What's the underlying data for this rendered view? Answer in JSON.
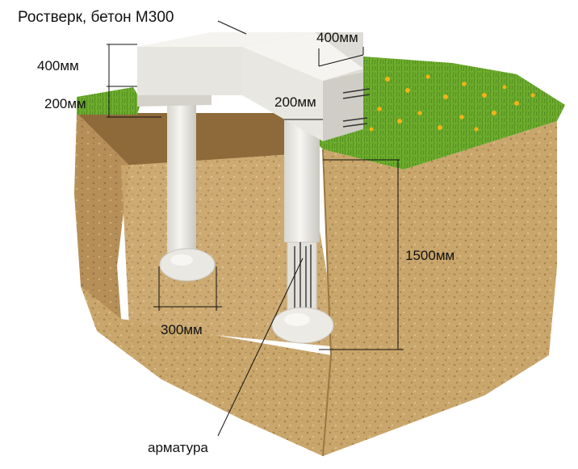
{
  "labels": {
    "title": "Ростверк, бетон М300",
    "grillage_height": "400мм",
    "grillage_depth_left": "200мм",
    "grillage_width": "400мм",
    "pile_width": "200мм",
    "pile_depth": "1500мм",
    "pile_base_diameter": "300мм",
    "rebar": "арматура"
  },
  "colors": {
    "soil": "#c9a66b",
    "soil_dark": "#a9834e",
    "grass": "#6fae2e",
    "concrete": "#ecebe6",
    "flower": "#f2b318"
  }
}
